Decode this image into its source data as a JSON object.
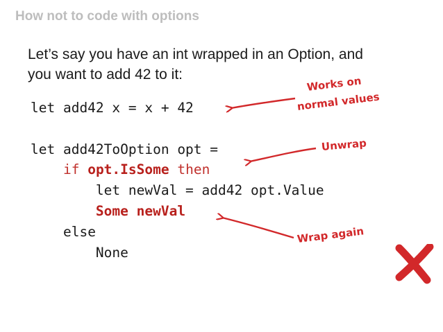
{
  "slide": {
    "title": "How not to code with options",
    "intro_line1": "Let’s say you have an int wrapped in an Option, and",
    "intro_line2": "you want to add 42 to it:"
  },
  "code": {
    "l1": "let add42 x = x + 42",
    "l3": "let add42ToOption opt =",
    "l4_kw": "if",
    "l4_cond": "opt.IsSome",
    "l4_then": "then",
    "l5": "let newVal = add42 opt.Value",
    "l6": "Some newVal",
    "l7": "else",
    "l8": "None"
  },
  "annotations": {
    "works_on": "Works on",
    "normal_values": "normal values",
    "unwrap": "Unwrap",
    "wrap_again": "Wrap again"
  },
  "colors": {
    "accent_red": "#d2282a",
    "title_gray": "#bdbdbd"
  },
  "icons": {
    "cross": "x-mark-icon"
  }
}
